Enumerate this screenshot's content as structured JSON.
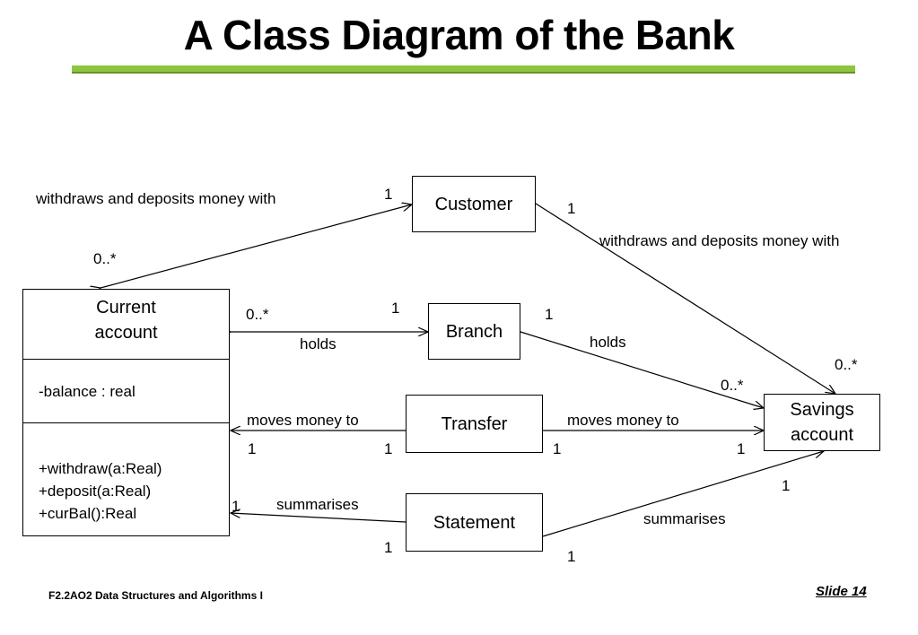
{
  "title": "A Class Diagram of the Bank",
  "accent_color": "#8cc63f",
  "classes": {
    "current_account": {
      "name_line1": "Current",
      "name_line2": "account",
      "attribute": "-balance : real",
      "operations": [
        "+withdraw(a:Real)",
        "+deposit(a:Real)",
        "+curBal():Real"
      ]
    },
    "customer": "Customer",
    "branch": "Branch",
    "transfer": "Transfer",
    "statement": "Statement",
    "savings_line1": "Savings",
    "savings_line2": "account"
  },
  "labels": {
    "withdraws_left": "withdraws and deposits money with",
    "withdraws_right": "withdraws and deposits money with",
    "holds_left": "holds",
    "holds_right": "holds",
    "moves_left": "moves money to",
    "moves_right": "moves money to",
    "summarises_left": "summarises",
    "summarises_right": "summarises"
  },
  "multiplicities": {
    "cust_left_1": "1",
    "cust_right_1": "1",
    "ca_cust": "0..*",
    "branch_left_1": "1",
    "branch_right_1": "1",
    "ca_branch": "0..*",
    "sa_cust": "0..*",
    "sa_branch": "0..*",
    "ca_transfer": "1",
    "transfer_left": "1",
    "transfer_right": "1",
    "sa_transfer": "1",
    "ca_statement": "1",
    "statement_left": "1",
    "statement_right": "1",
    "sa_statement": "1"
  },
  "footer": {
    "course": "F2.2AO2 Data Structures and Algorithms I",
    "slide": "Slide 14"
  }
}
